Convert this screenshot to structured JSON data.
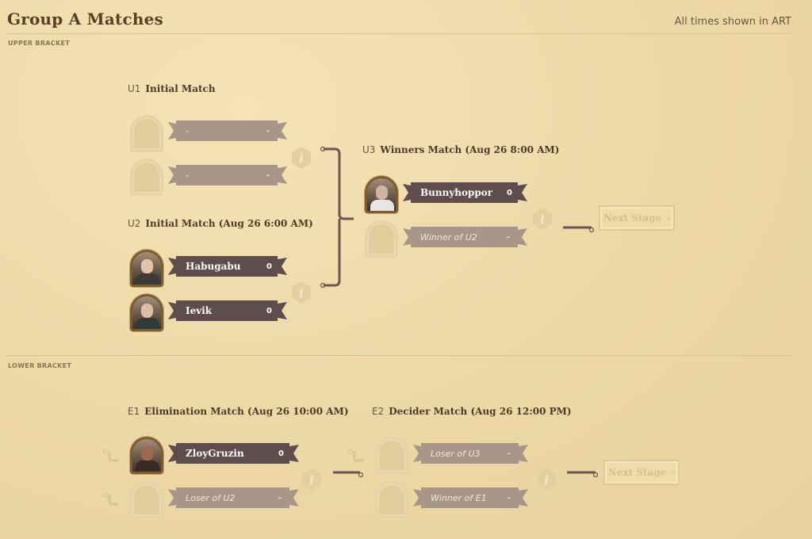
{
  "header": {
    "title": "Group A Matches",
    "timezone_note": "All times shown in ART"
  },
  "colors": {
    "banner_active": "#5e4d4c",
    "banner_empty": "#a89788",
    "accent": "#c9a65c"
  },
  "upper": {
    "label": "UPPER BRACKET",
    "u1": {
      "code": "U1",
      "title": "Initial Match",
      "slots": [
        {
          "name": "-",
          "score": "-"
        },
        {
          "name": "-",
          "score": "-"
        }
      ]
    },
    "u2": {
      "code": "U2",
      "title": "Initial Match (Aug 26 6:00 AM)",
      "slots": [
        {
          "name": "Habugabu",
          "score": "0"
        },
        {
          "name": "Ievik",
          "score": "0"
        }
      ]
    },
    "u3": {
      "code": "U3",
      "title": "Winners Match (Aug 26 8:00 AM)",
      "slots": [
        {
          "name": "Bunnyhoppor",
          "score": "0"
        },
        {
          "name": "Winner of U2",
          "score": "-"
        }
      ]
    },
    "next_stage": "Next Stage"
  },
  "lower": {
    "label": "LOWER BRACKET",
    "e1": {
      "code": "E1",
      "title": "Elimination Match (Aug 26 10:00 AM)",
      "slots": [
        {
          "name": "ZloyGruzin",
          "score": "0"
        },
        {
          "name": "Loser of U2",
          "score": "-"
        }
      ]
    },
    "e2": {
      "code": "E2",
      "title": "Decider Match (Aug 26 12:00 PM)",
      "slots": [
        {
          "name": "Loser of U3",
          "score": "-"
        },
        {
          "name": "Winner of E1",
          "score": "-"
        }
      ]
    },
    "next_stage": "Next Stage"
  },
  "icons": {
    "info": "info-icon",
    "next": "chevron-right-icon",
    "link": "bracket-link-icon"
  }
}
